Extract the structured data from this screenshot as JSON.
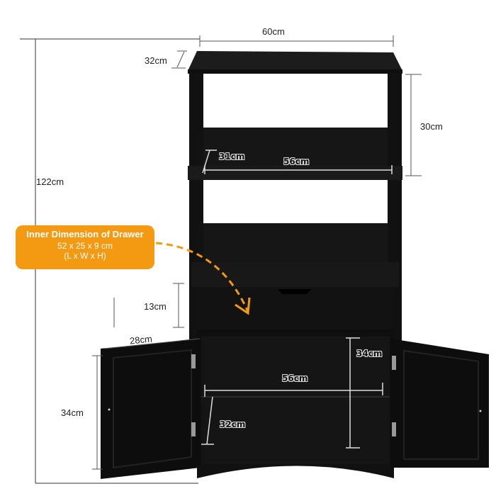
{
  "product": "Black floor storage cabinet with open shelves, drawer and 2-door cupboard",
  "dimensions": {
    "overall_width": "60cm",
    "overall_depth": "32cm",
    "overall_height": "122cm",
    "top_shelf_height": "30cm",
    "shelf_depth": "31cm",
    "shelf_width": "56cm",
    "drawer_height": "13cm",
    "door_width": "28cm",
    "door_height": "34cm",
    "cabinet_inner_width": "56cm",
    "cabinet_inner_height": "34cm",
    "cabinet_inner_depth": "32cm"
  },
  "callout": {
    "title": "Inner Dimension of Drawer",
    "size": "52 x 25 x 9 cm",
    "axes": "(L x W x H)",
    "color": "#f39a12"
  },
  "colors": {
    "cabinet": "#141414",
    "dimension_line": "#555555",
    "background": "#ffffff"
  }
}
